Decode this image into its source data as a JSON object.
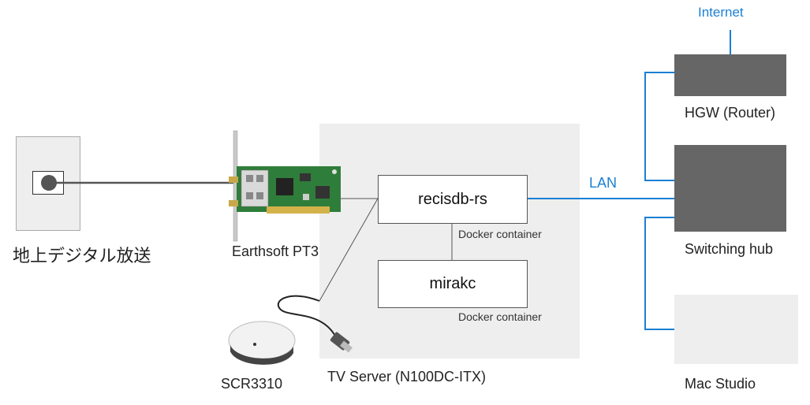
{
  "colors": {
    "network_line": "#1a7fd4",
    "cable_line": "#555555",
    "device_dark": "#666666",
    "device_light": "#eeeeee",
    "server_bg": "#eeeeee",
    "pcb_green": "#2f7d3a"
  },
  "labels": {
    "internet": "Internet",
    "lan": "LAN",
    "hgw": "HGW (Router)",
    "switch": "Switching hub",
    "mac": "Mac Studio",
    "antenna": "地上デジタル放送",
    "pt3": "Earthsoft PT3",
    "scr": "SCR3310",
    "server": "TV Server (N100DC-ITX)",
    "recisdb": "recisdb-rs",
    "mirakc": "mirakc",
    "docker1": "Docker container",
    "docker2": "Docker container"
  },
  "icons": {
    "antenna_outlet": "antenna-outlet-icon",
    "tuner_card": "pcie-tuner-card-icon",
    "card_reader": "usb-card-reader-icon"
  }
}
